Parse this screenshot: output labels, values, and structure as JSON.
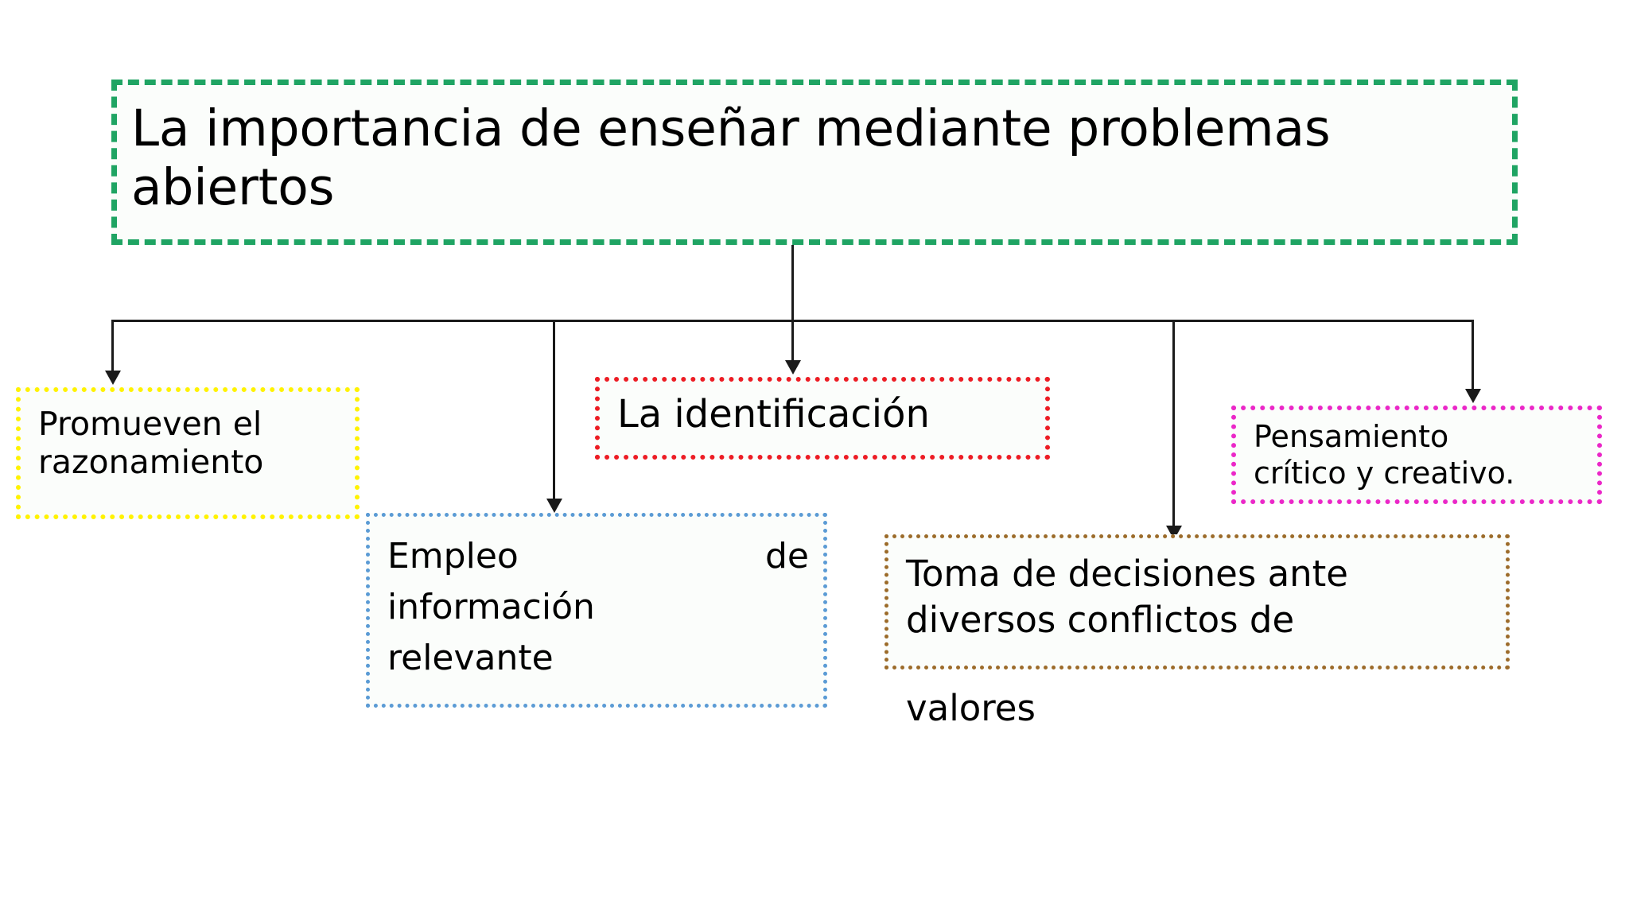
{
  "slide": {
    "background_color": "#ffffff",
    "title_box": {
      "text": "La importancia de enseñar mediante problemas abiertos",
      "border_color": "#1FA463",
      "border_style": "dashed"
    },
    "nodes": [
      {
        "id": "promueven",
        "text": "Promueven el razonamiento",
        "border_color": "#FFF200",
        "border_style": "dotted"
      },
      {
        "id": "empleo",
        "line1_left": "Empleo",
        "line1_right": "de",
        "line2": "información",
        "line3": "relevante",
        "border_color": "#5B9BD5",
        "border_style": "dotted"
      },
      {
        "id": "identificacion",
        "text": "La identificación",
        "border_color": "#ED1C24",
        "border_style": "dotted"
      },
      {
        "id": "toma-decisiones",
        "line1": "Toma de decisiones ante",
        "line2": "diversos conflictos de",
        "line3": "valores",
        "border_color": "#9C6B2A",
        "border_style": "dotted"
      },
      {
        "id": "pensamiento",
        "line1": "Pensamiento",
        "line2": "crítico y creativo.",
        "border_color": "#EB27C8",
        "border_style": "dotted"
      }
    ],
    "connector_color": "#1a1a1a"
  },
  "chart_data": {
    "type": "diagram",
    "diagram_kind": "tree / hierarchy (one root, five children)",
    "title": "La importancia de enseñar mediante problemas abiertos",
    "root": "La importancia de enseñar mediante problemas abiertos",
    "children": [
      "Promueven el razonamiento",
      "Empleo de información relevante",
      "La identificación",
      "Toma de decisiones ante diversos conflictos de valores",
      "Pensamiento crítico y creativo."
    ],
    "edges": [
      {
        "from": "La importancia de enseñar mediante problemas abiertos",
        "to": "Promueven el razonamiento"
      },
      {
        "from": "La importancia de enseñar mediante problemas abiertos",
        "to": "Empleo de información relevante"
      },
      {
        "from": "La importancia de enseñar mediante problemas abiertos",
        "to": "La identificación"
      },
      {
        "from": "La importancia de enseñar mediante problemas abiertos",
        "to": "Toma de decisiones ante diversos conflictos de valores"
      },
      {
        "from": "La importancia de enseñar mediante problemas abiertos",
        "to": "Pensamiento crítico y creativo."
      }
    ],
    "node_colors": {
      "root": "#1FA463",
      "Promueven el razonamiento": "#FFF200",
      "Empleo de información relevante": "#5B9BD5",
      "La identificación": "#ED1C24",
      "Toma de decisiones ante diversos conflictos de valores": "#9C6B2A",
      "Pensamiento crítico y creativo.": "#EB27C8"
    }
  }
}
